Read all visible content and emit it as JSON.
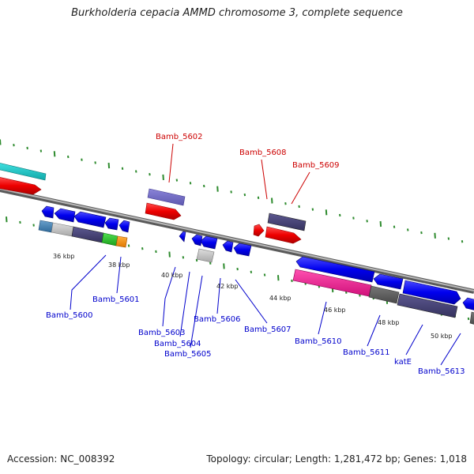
{
  "header": {
    "title": "Burkholderia cepacia AMMD chromosome 3, complete sequence"
  },
  "footer": {
    "accession": "Accession: NC_008392",
    "summary": "Topology: circular; Length: 1,281,472 bp; Genes: 1,018"
  },
  "scale_labels": [
    "36 kbp",
    "38 kbp",
    "40 kbp",
    "42 kbp",
    "44 kbp",
    "46 kbp",
    "48 kbp",
    "50 kbp"
  ],
  "gene_labels_top": [
    "Bamb_5602",
    "Bamb_5608",
    "Bamb_5609"
  ],
  "gene_labels_bottom": [
    "Bamb_5600",
    "Bamb_5601",
    "Bamb_5603",
    "Bamb_5604",
    "Bamb_5605",
    "Bamb_5606",
    "Bamb_5607",
    "Bamb_5610",
    "Bamb_5611",
    "katE",
    "Bamb_5613"
  ],
  "colors": {
    "backbone": "#888888",
    "tick": "#2e8b2e",
    "label_top": "#cc0000",
    "label_bottom": "#0000cc"
  }
}
